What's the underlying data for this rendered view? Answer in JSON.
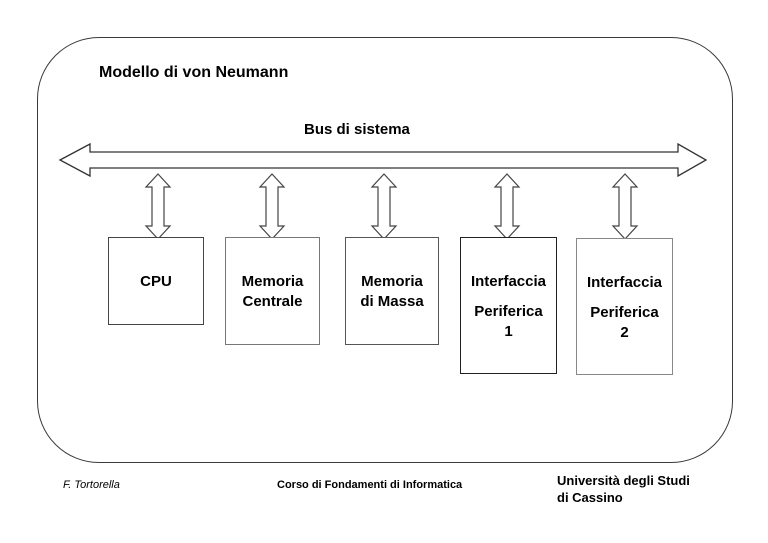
{
  "slide": {
    "title": "Modello di von Neumann"
  },
  "bus": {
    "label": "Bus di sistema"
  },
  "units": [
    {
      "lines": [
        "CPU"
      ]
    },
    {
      "lines": [
        "Memoria",
        "Centrale"
      ]
    },
    {
      "lines": [
        "Memoria",
        "di Massa"
      ]
    },
    {
      "lines": [
        "Interfaccia",
        "Periferica",
        "1"
      ]
    },
    {
      "lines": [
        "Interfaccia",
        "Periferica",
        "2"
      ]
    }
  ],
  "footer": {
    "author": "F. Tortorella",
    "course": "Corso di Fondamenti di Informatica",
    "university_line1": "Università degli Studi",
    "university_line2": "di Cassino"
  }
}
